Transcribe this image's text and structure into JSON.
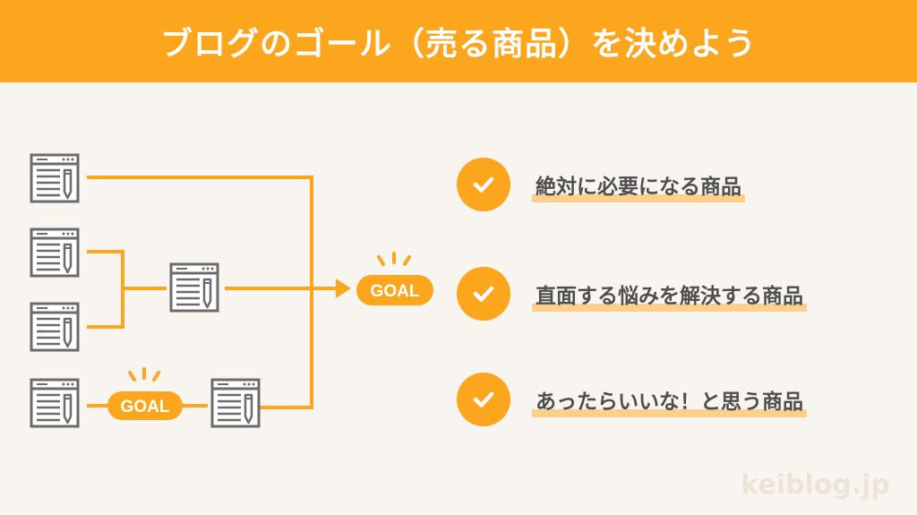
{
  "header": {
    "title": "ブログのゴール（売る商品）を決めよう"
  },
  "diagram": {
    "goal_label_main": "GOAL",
    "goal_label_small": "GOAL"
  },
  "items": [
    {
      "text": "絶対に必要になる商品"
    },
    {
      "text": "直面する悩みを解決する商品"
    },
    {
      "text": "あったらいいな！と思う商品"
    }
  ],
  "watermark": "keiblog.jp",
  "colors": {
    "accent": "#fca61e",
    "highlight": "#fcd08a",
    "text": "#4e4e4e",
    "icon": "#6b6b6b",
    "background": "#f8f5f1"
  }
}
